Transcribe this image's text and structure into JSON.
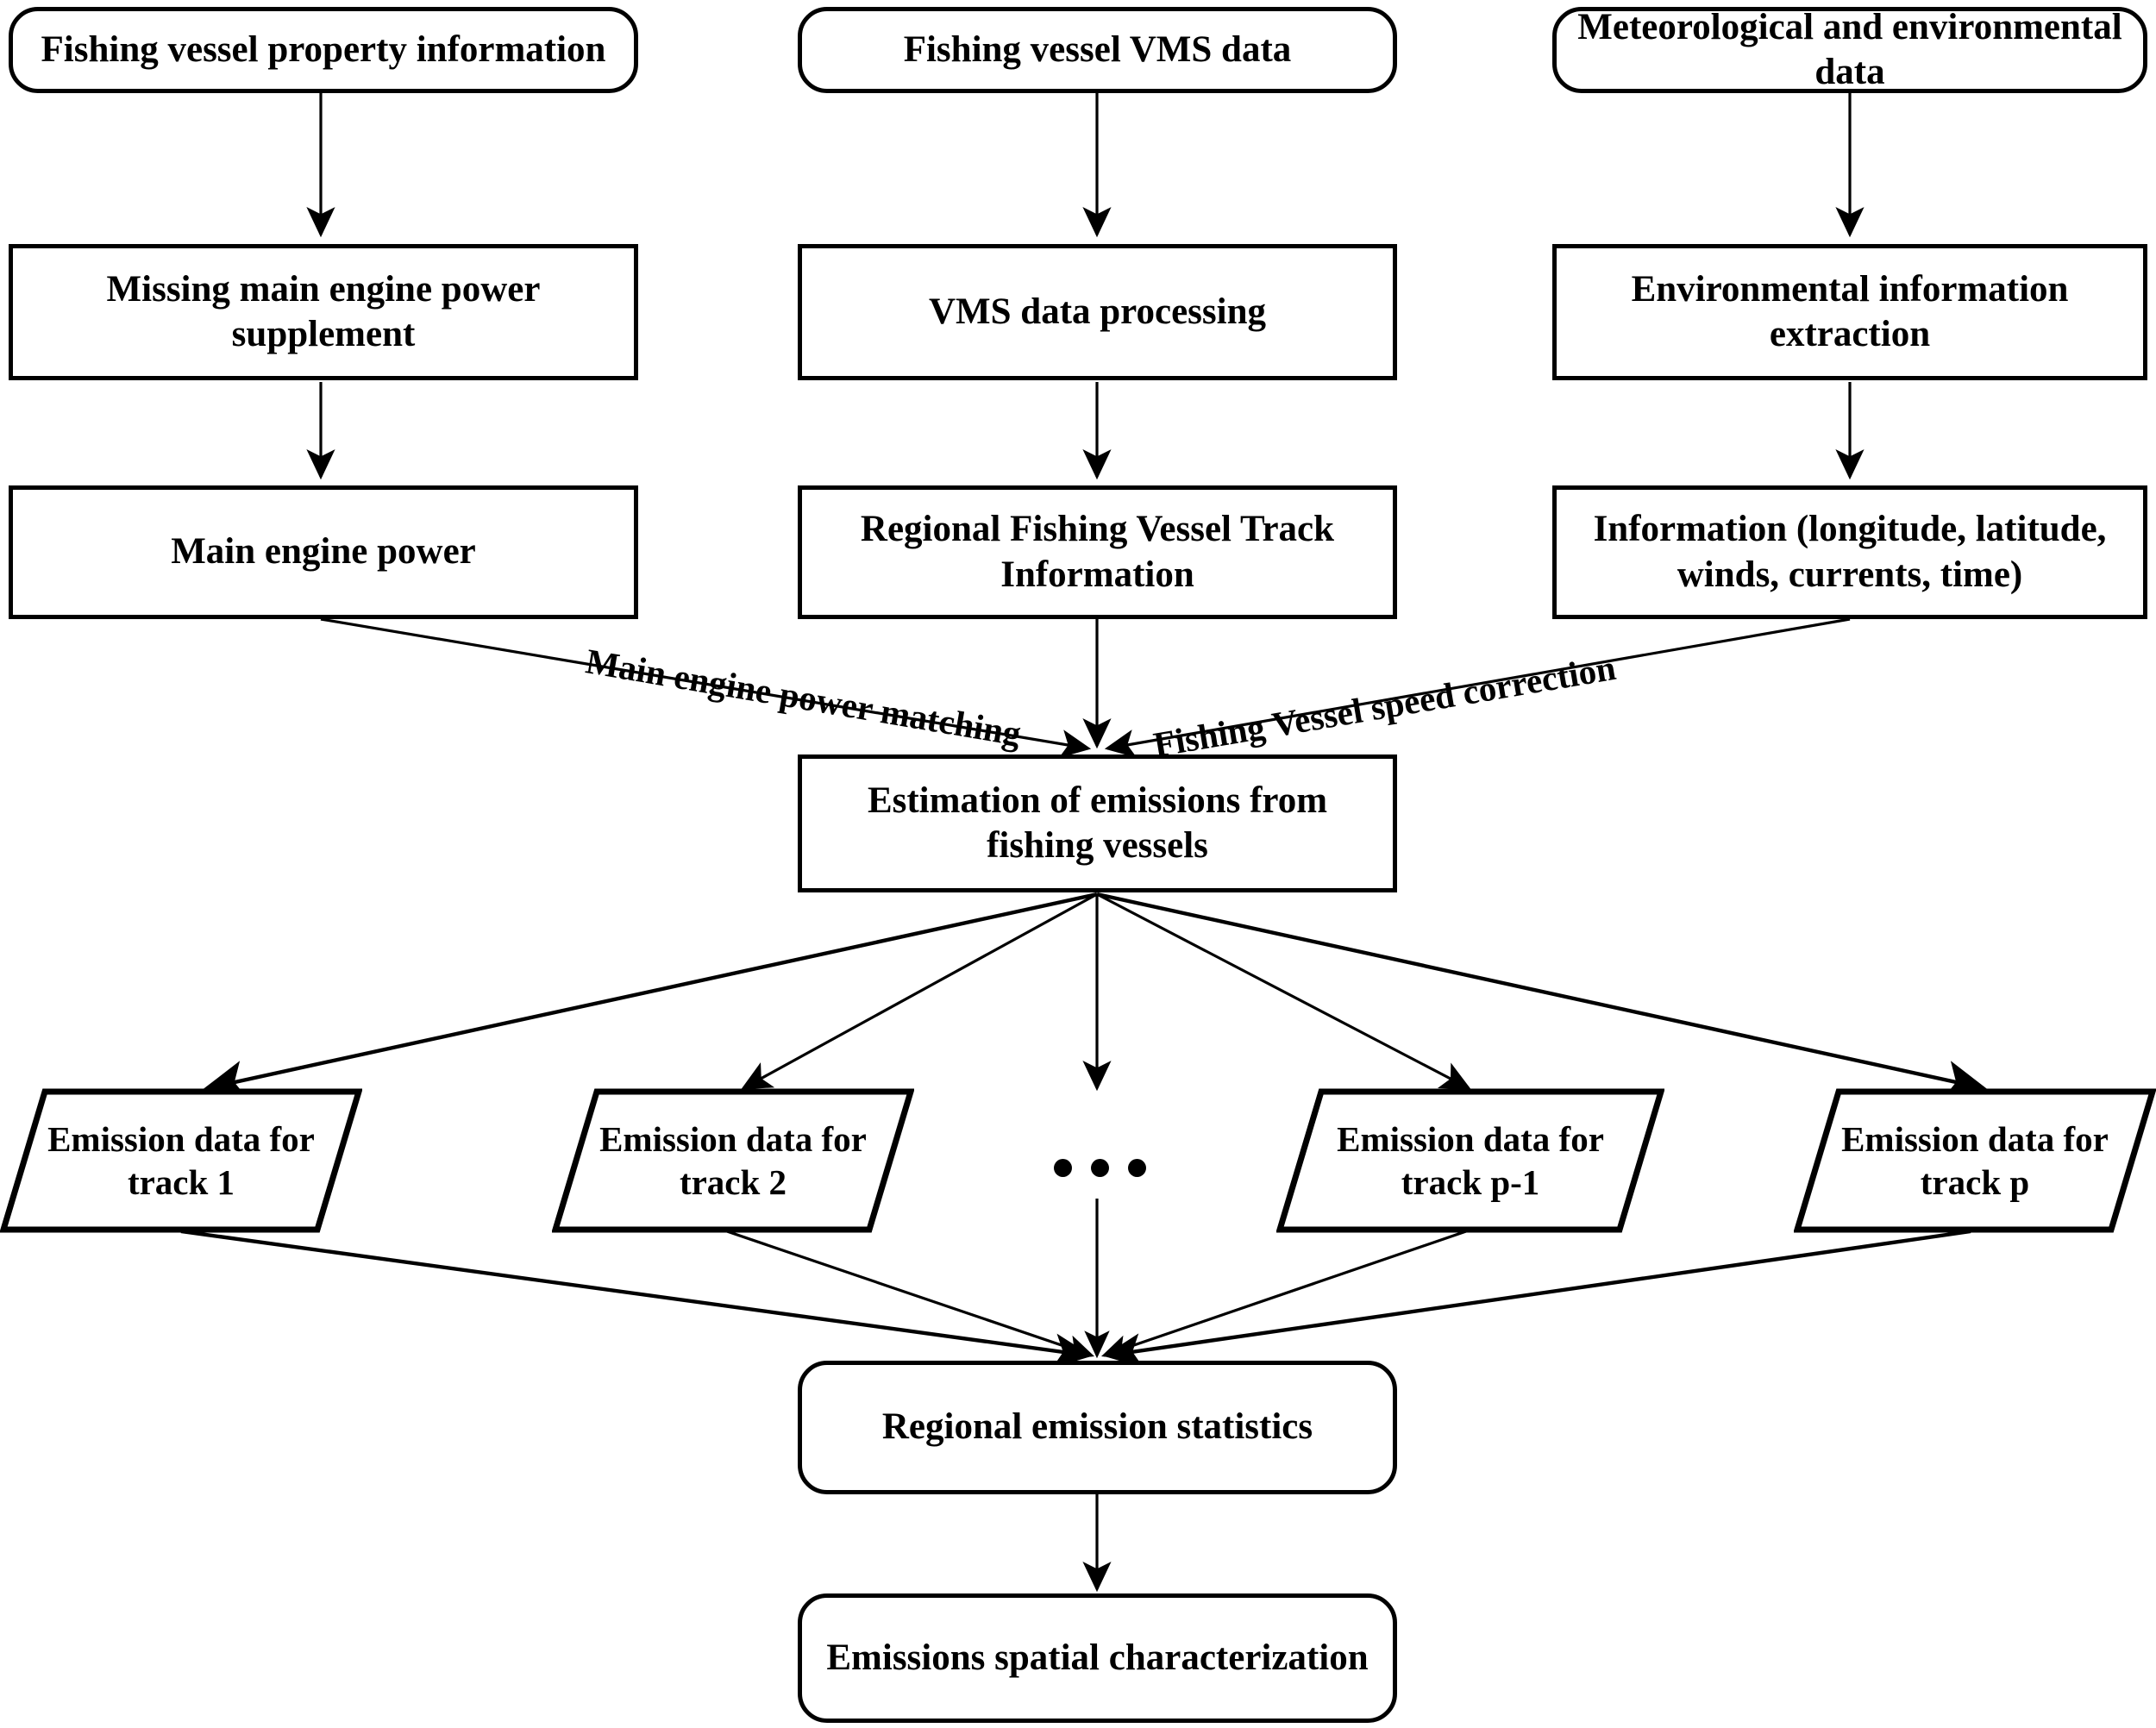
{
  "diagram": {
    "title": "Fishing vessel emission estimation workflow",
    "type": "flowchart",
    "background_color": "#ffffff",
    "stroke_color": "#000000",
    "text_color": "#000000"
  },
  "nodes": {
    "fishing_vessel_property_information": "Fishing vessel property information",
    "fishing_vessel_vms_data": "Fishing vessel VMS data",
    "meteorological_and_environmental_data": "Meteorological and environmental data",
    "missing_main_engine_power_supplement": "Missing main engine power supplement",
    "vms_data_processing": "VMS data processing",
    "environmental_information_extraction": "Environmental information extraction",
    "main_engine_power": "Main engine power",
    "regional_fishing_vessel_track_information": "Regional Fishing Vessel Track Information",
    "information_longitude_latitude_winds_currents_time": "Information (longitude, latitude, winds, currents, time)",
    "estimation_of_emissions_from_fishing_vessels": "Estimation of emissions from fishing vessels",
    "emission_data_track_1": "Emission data for track 1",
    "emission_data_track_2": "Emission data for track 2",
    "emission_data_track_p_minus_1": "Emission data for track p-1",
    "emission_data_track_p": "Emission data for track p",
    "regional_emission_statistics": "Regional emission statistics",
    "emissions_spatial_characterization": "Emissions spatial characterization"
  },
  "edge_labels": {
    "main_engine_power_matching": "Main engine power matching",
    "fishing_vessel_speed_correction": "Fishing Vessel speed correction"
  },
  "ellipsis": {
    "dot_count": 3,
    "meaning": "additional tracks omitted"
  }
}
